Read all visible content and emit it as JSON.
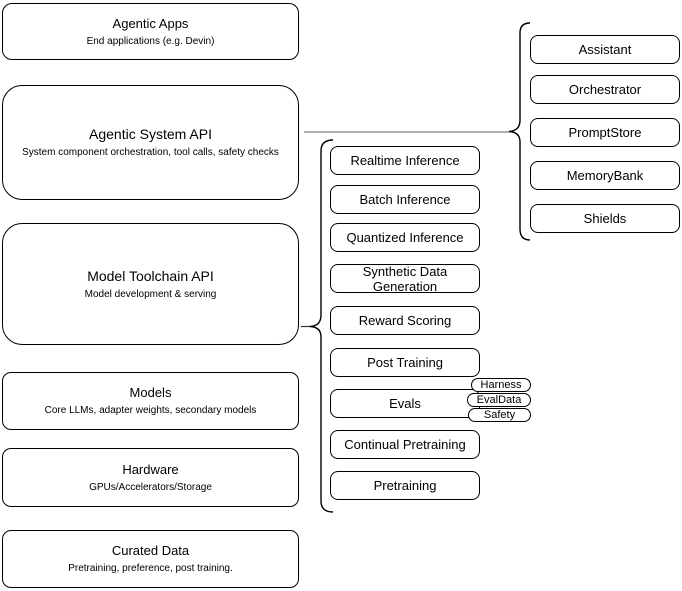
{
  "diagram": {
    "left_stack": [
      {
        "title": "Agentic Apps",
        "subtitle": "End applications (e.g. Devin)"
      },
      {
        "title": "Agentic System API",
        "subtitle": "System component orchestration, tool calls, safety checks"
      },
      {
        "title": "Model Toolchain API",
        "subtitle": "Model development & serving"
      },
      {
        "title": "Models",
        "subtitle": "Core LLMs, adapter weights, secondary models"
      },
      {
        "title": "Hardware",
        "subtitle": "GPUs/Accelerators/Storage"
      },
      {
        "title": "Curated Data",
        "subtitle": "Pretraining, preference, post training."
      }
    ],
    "toolchain_stack": [
      "Realtime Inference",
      "Batch Inference",
      "Quantized Inference",
      "Synthetic Data Generation",
      "Reward Scoring",
      "Post Training",
      "Evals",
      "Continual Pretraining",
      "Pretraining"
    ],
    "evals_tags": [
      "Harness",
      "EvalData",
      "Safety"
    ],
    "system_stack": [
      "Assistant",
      "Orchestrator",
      "PromptStore",
      "MemoryBank",
      "Shields"
    ],
    "colors": {
      "stroke": "#000000",
      "fill": "#ffffff",
      "connector": "#808080"
    }
  }
}
